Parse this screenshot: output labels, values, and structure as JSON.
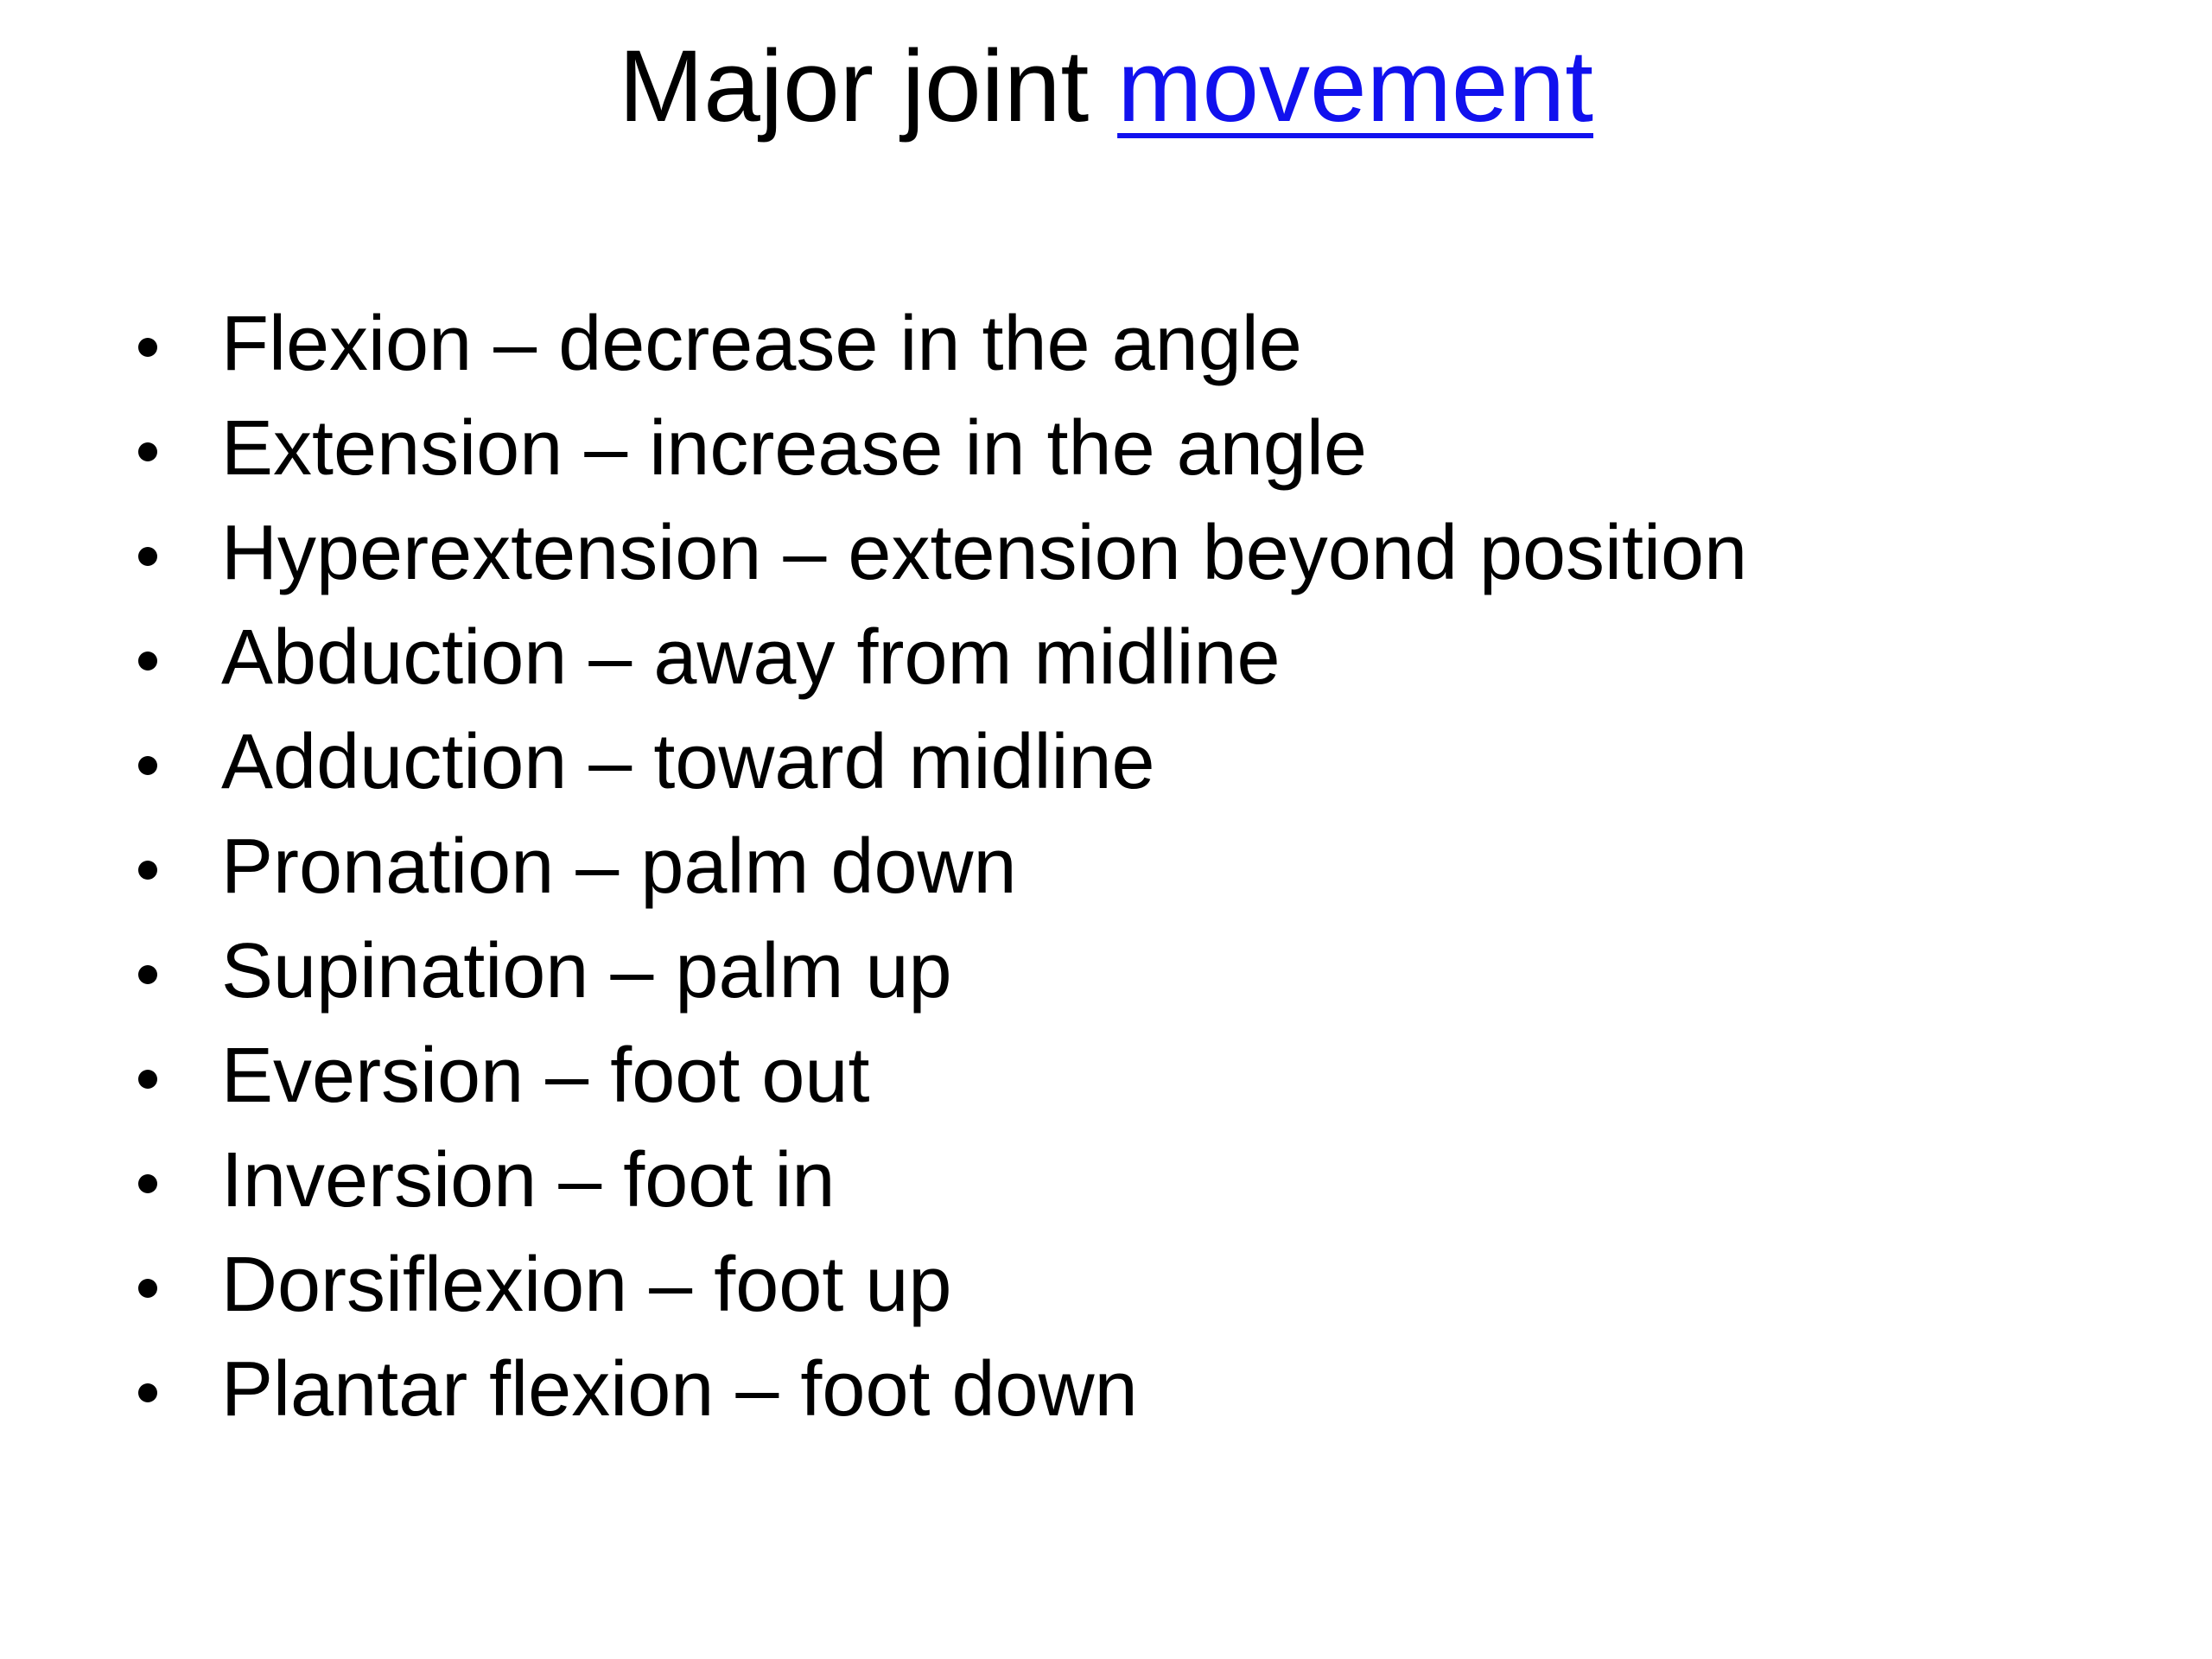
{
  "slide": {
    "title_prefix": "Major joint ",
    "title_link": "movement",
    "link_color": "#1111EE",
    "bullet_icon": "bullet-dot",
    "items": [
      "Flexion – decrease in the angle",
      "Extension – increase in the angle",
      "Hyperextension – extension beyond position",
      "Abduction – away from midline",
      "Adduction – toward midline",
      "Pronation – palm down",
      "Supination – palm up",
      "Eversion – foot out",
      "Inversion – foot in",
      "Dorsiflexion – foot up",
      "Plantar flexion – foot down"
    ]
  }
}
